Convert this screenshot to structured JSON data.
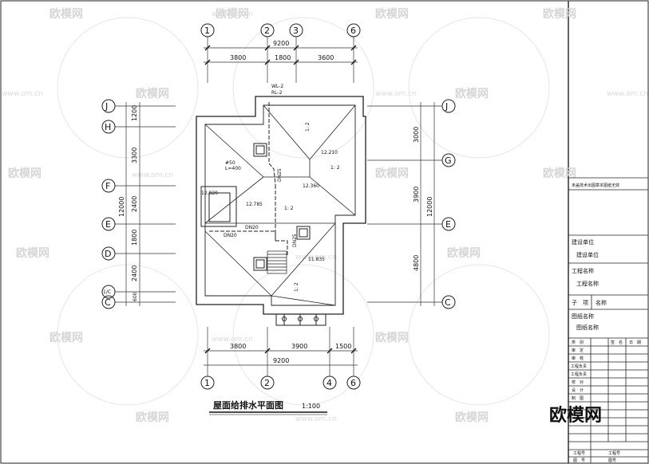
{
  "watermark": {
    "brand": "欧模网",
    "site": "www.om.cn"
  },
  "axes": {
    "top": [
      "1",
      "2",
      "3",
      "6"
    ],
    "bottom": [
      "1",
      "2",
      "4",
      "6"
    ],
    "left": [
      "J",
      "H",
      "F",
      "E",
      "D",
      "1/C",
      "C"
    ],
    "right": [
      "J",
      "G",
      "E",
      "C"
    ]
  },
  "dims": {
    "top_total": "9200",
    "top_parts": [
      "3800",
      "1800",
      "3600"
    ],
    "bottom_parts": [
      "3800",
      "3900",
      "1500"
    ],
    "bottom_total": "9200",
    "left_parts": [
      "1200",
      "3300",
      "2400",
      "1800",
      "2400",
      "600"
    ],
    "left_total": "12000",
    "right_parts": [
      "3000",
      "3900",
      "4800"
    ],
    "right_total": "12000"
  },
  "plan_labels": {
    "wl": "WL-2",
    "rl": "RL-2",
    "elev_12210": "12.210",
    "elev_12360": "12.360",
    "elev_12820": "12.820",
    "elev_12785": "12.785",
    "elev_11835": "11.835",
    "slope": "1: 2",
    "pipe_d50": "#50",
    "pipe_l": "L=400",
    "dn20_a": "DN20",
    "dn20_b": "DN20",
    "dn25": "DN25",
    "dn25_b": "DN25"
  },
  "drawing_title": "屋面给排水平面图",
  "drawing_scale": "1:100",
  "title_block": {
    "note": "未盖技术出图章本图纸无效",
    "build_unit_label": "建设单位",
    "build_unit_value": "建设单位",
    "project_label": "工程名称",
    "project_value": "工程名称",
    "subitem_label": "子　项",
    "subitem_value": "名称",
    "drawing_label": "图纸名称",
    "drawing_value": "图纸名称",
    "sig_headers": [
      "类　别",
      "签　名",
      "日　期"
    ],
    "roles": [
      "审　定",
      "审　核",
      "工程负责",
      "工程负责",
      "校　对",
      "设　计",
      "制　图"
    ],
    "bottom_rows": [
      [
        "工程号",
        "工程号"
      ],
      [
        "图　号",
        "图号"
      ]
    ]
  }
}
